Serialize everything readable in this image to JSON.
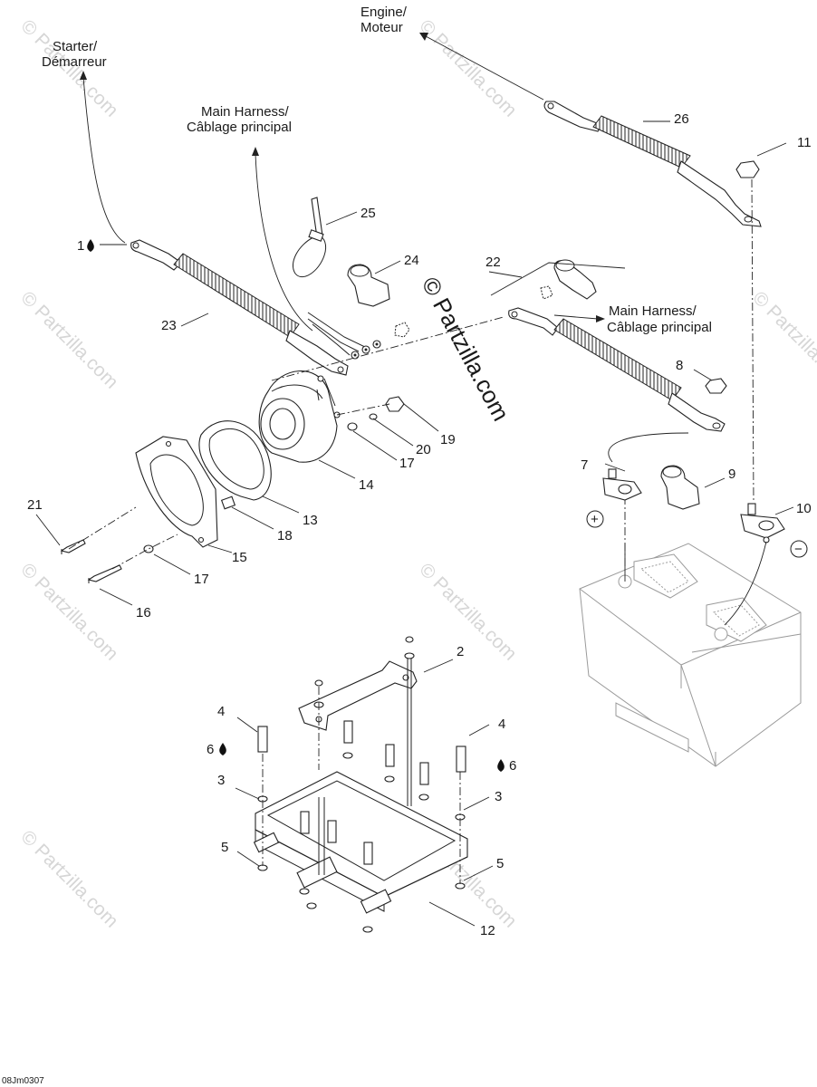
{
  "watermark": "© Partzilla.com",
  "diagram_code": "08Jm0307",
  "destinations": {
    "starter": [
      "Starter/",
      "Démarreur"
    ],
    "engine": [
      "Engine/",
      "Moteur"
    ],
    "main_harness_top": [
      "Main Harness/",
      "Câblage principal"
    ],
    "main_harness_right": [
      "Main Harness/",
      "Câblage principal"
    ]
  },
  "callouts": {
    "p1": "1",
    "p2": "2",
    "p3a": "3",
    "p3b": "3",
    "p4a": "4",
    "p4b": "4",
    "p5a": "5",
    "p5b": "5",
    "p6a": "6",
    "p6b": "6",
    "p7": "7",
    "p8": "8",
    "p9": "9",
    "p10": "10",
    "p11": "11",
    "p12": "12",
    "p13": "13",
    "p14": "14",
    "p15": "15",
    "p16": "16",
    "p17a": "17",
    "p17b": "17",
    "p18": "18",
    "p19": "19",
    "p20": "20",
    "p21": "21",
    "p22": "22",
    "p23": "23",
    "p24": "24",
    "p25": "25",
    "p26": "26"
  },
  "polarity": {
    "plus": "+",
    "minus": "−"
  },
  "icons": {
    "oil_drop": "oil-drop-icon"
  },
  "colors": {
    "line": "#222222",
    "battery": "#9a9a9a",
    "watermark": "#d6d6d6"
  }
}
